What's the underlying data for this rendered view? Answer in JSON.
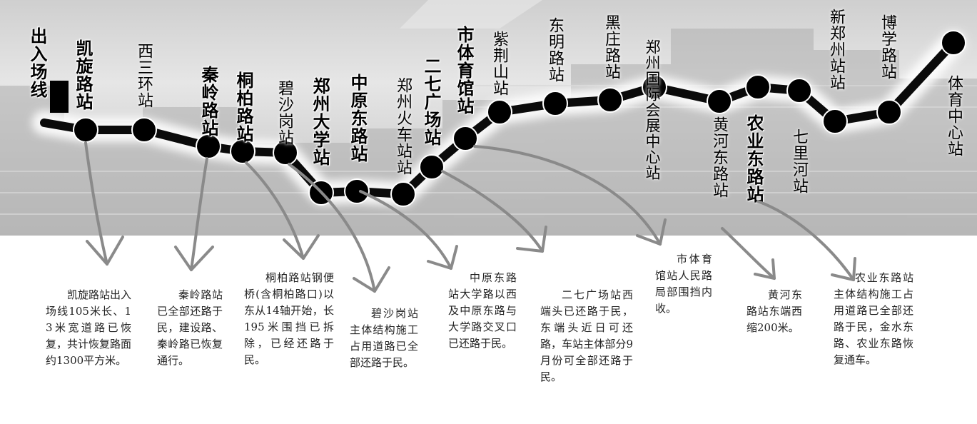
{
  "colors": {
    "line": "#0a0a0a",
    "arrow": "#8a8a8a",
    "station_dot": "#000000"
  },
  "stations": [
    {
      "id": "entry",
      "name": "出入场线",
      "style": "bold"
    },
    {
      "id": "kaixuan",
      "name": "凯旋路站",
      "style": "bold"
    },
    {
      "id": "xisanhuan",
      "name": "西三环站",
      "style": "plain"
    },
    {
      "id": "qinling",
      "name": "秦岭路站",
      "style": "bold"
    },
    {
      "id": "tongbai",
      "name": "桐柏路站",
      "style": "bold"
    },
    {
      "id": "bishagang",
      "name": "碧沙岗站",
      "style": "plain"
    },
    {
      "id": "zzdx",
      "name": "郑州大学站",
      "style": "bold"
    },
    {
      "id": "zhongyuan",
      "name": "中原东路站",
      "style": "bold"
    },
    {
      "id": "zzhcz",
      "name": "郑州火车站站",
      "style": "plain"
    },
    {
      "id": "erqi",
      "name": "二七广场站",
      "style": "bold"
    },
    {
      "id": "tiyuguan",
      "name": "市体育馆站",
      "style": "bold"
    },
    {
      "id": "zijingshan",
      "name": "紫荆山站",
      "style": "plain"
    },
    {
      "id": "dongminglu",
      "name": "东明路站",
      "style": "plain"
    },
    {
      "id": "heizhuang",
      "name": "黑庄路站",
      "style": "plain"
    },
    {
      "id": "huizhan",
      "name": "郑州国际会展中心站",
      "style": "plain"
    },
    {
      "id": "huanghedong",
      "name": "黄河东路站",
      "style": "plain"
    },
    {
      "id": "nongyedong",
      "name": "农业东路站",
      "style": "bold"
    },
    {
      "id": "qilihe",
      "name": "七里河站",
      "style": "plain"
    },
    {
      "id": "xinzhengzhou",
      "name": "新郑州站站",
      "style": "plain"
    },
    {
      "id": "boxuelu",
      "name": "博学路站",
      "style": "plain"
    },
    {
      "id": "tiyuzhongxin",
      "name": "体育中心站",
      "style": "plain"
    }
  ],
  "notes": [
    {
      "id": "kaixuan",
      "text": "凯旋路站出入场线105米长、13米宽道路已恢复，共计恢复路面约1300平方米。"
    },
    {
      "id": "qinling",
      "text": "秦岭路站已全部还路于民，建设路、秦岭路已恢复通行。"
    },
    {
      "id": "tongbai",
      "text": "桐柏路站钢便桥(含桐柏路口)以东从14轴开始，长195米围挡已拆除，已经还路于民。"
    },
    {
      "id": "bishagang",
      "text": "碧沙岗站主体结构施工占用道路已全部还路于民。"
    },
    {
      "id": "zhongyuan",
      "text": "中原东路站大学路以西及中原东路与大学路交叉口已还路于民。"
    },
    {
      "id": "erqi",
      "text": "二七广场站西端头已还路于民，东端头近日可还路，车站主体部分9月份可全部还路于民。"
    },
    {
      "id": "tiyuguan",
      "text": "市体育馆站人民路局部围挡内收。"
    },
    {
      "id": "huanghe",
      "text": "黄河东路站东端西缩200米。"
    },
    {
      "id": "nongye",
      "text": "农业东路站主体结构施工占用道路已全部还路于民，金水东路、农业东路恢复通车。"
    }
  ]
}
